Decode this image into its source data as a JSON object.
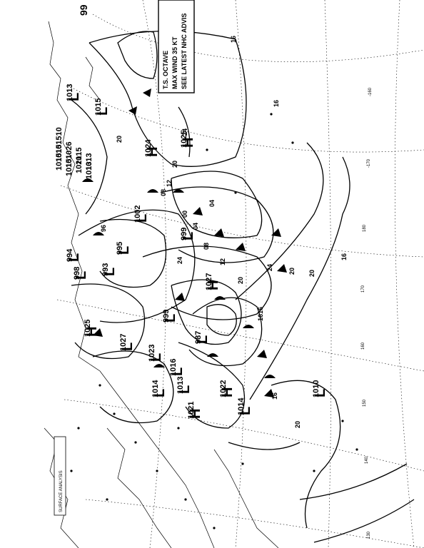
{
  "advisory": {
    "line1": "T.S. OCTAVE",
    "line2": "MAX WIND 35 KT",
    "line3": "SEE LATEST NHC ADVIS"
  },
  "corner_fragment": "99",
  "pressure_centers": [
    {
      "type": "H",
      "value": "1024"
    },
    {
      "type": "H",
      "value": "1025"
    },
    {
      "type": "L",
      "value": "1002"
    },
    {
      "type": "L",
      "value": "999"
    },
    {
      "type": "L",
      "value": "995"
    },
    {
      "type": "L",
      "value": "994"
    },
    {
      "type": "L",
      "value": "998"
    },
    {
      "type": "L",
      "value": "993"
    },
    {
      "type": "L",
      "value": "987"
    },
    {
      "type": "H",
      "value": "1027"
    },
    {
      "type": "L",
      "value": "999"
    },
    {
      "type": "H",
      "value": "1025"
    },
    {
      "type": "L",
      "value": "1027"
    },
    {
      "type": "L",
      "value": "1023"
    },
    {
      "type": "L",
      "value": "1016"
    },
    {
      "type": "L",
      "value": "1014"
    },
    {
      "type": "L",
      "value": "1013"
    },
    {
      "type": "H",
      "value": "1021"
    },
    {
      "type": "H",
      "value": "1022"
    },
    {
      "type": "L",
      "value": "1014"
    },
    {
      "type": "L",
      "value": "1010"
    },
    {
      "type": "L",
      "value": "1013"
    },
    {
      "type": "L",
      "value": "1015"
    }
  ],
  "isobar_labels": [
    "16",
    "20",
    "24",
    "08",
    "12",
    "04",
    "00",
    "96",
    "20",
    "16",
    "24",
    "20",
    "16",
    "20",
    "12",
    "08",
    "04",
    "16",
    "20",
    "24",
    "16",
    "20",
    "16"
  ],
  "longitude_labels": [
    "-160",
    "-170",
    "180",
    "170",
    "160",
    "150",
    "140",
    "130"
  ],
  "stacked_values": [
    "101510",
    "1026",
    "1015",
    "1013",
    "1015",
    "101",
    "1021",
    "1013",
    "1015",
    "1015"
  ],
  "footer_note": "SURFACE ANALYSIS"
}
